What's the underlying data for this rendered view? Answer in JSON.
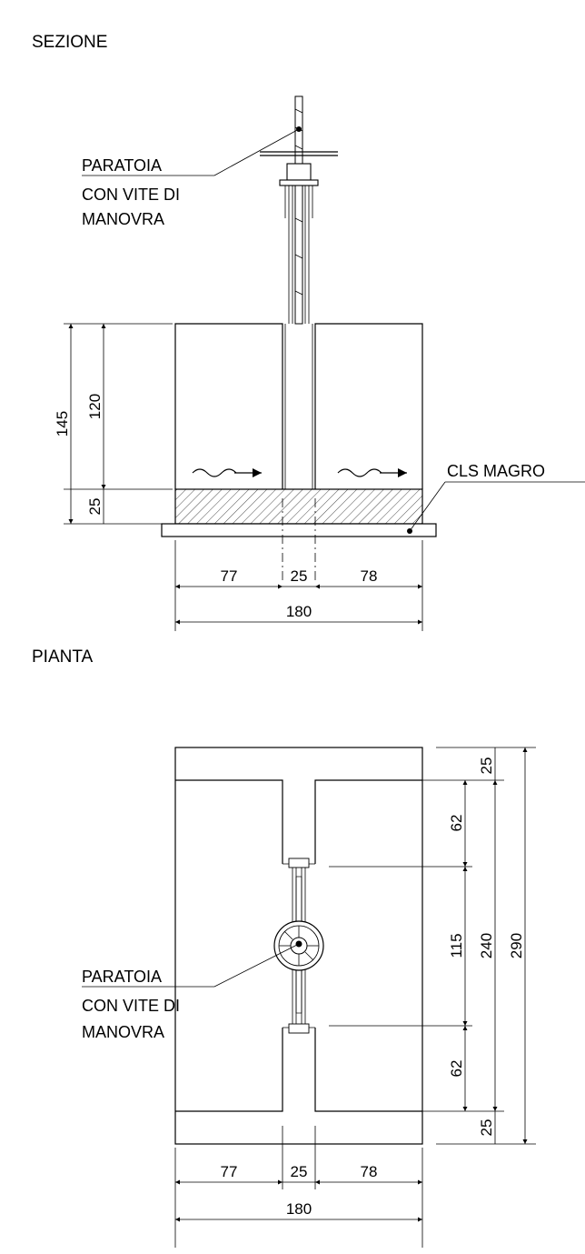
{
  "section": {
    "title": "SEZIONE",
    "gate_label": [
      "PARATOIA",
      "CON VITE DI",
      "MANOVRA"
    ],
    "lean_concrete_label": "CLS MAGRO",
    "dims": {
      "total_height": "145",
      "inner_height": "120",
      "slab": "25",
      "left": "77",
      "middle": "25",
      "right": "78",
      "total_width": "180"
    }
  },
  "plan": {
    "title": "PIANTA",
    "gate_label": [
      "PARATOIA",
      "CON VITE DI",
      "MANOVRA"
    ],
    "dims": {
      "top_band": "25",
      "upper_gap": "62",
      "center": "115",
      "inner_total": "240",
      "overall": "290",
      "lower_gap": "62",
      "bottom_band": "25",
      "left": "77",
      "middle": "25",
      "right": "78",
      "total_width": "180"
    }
  }
}
